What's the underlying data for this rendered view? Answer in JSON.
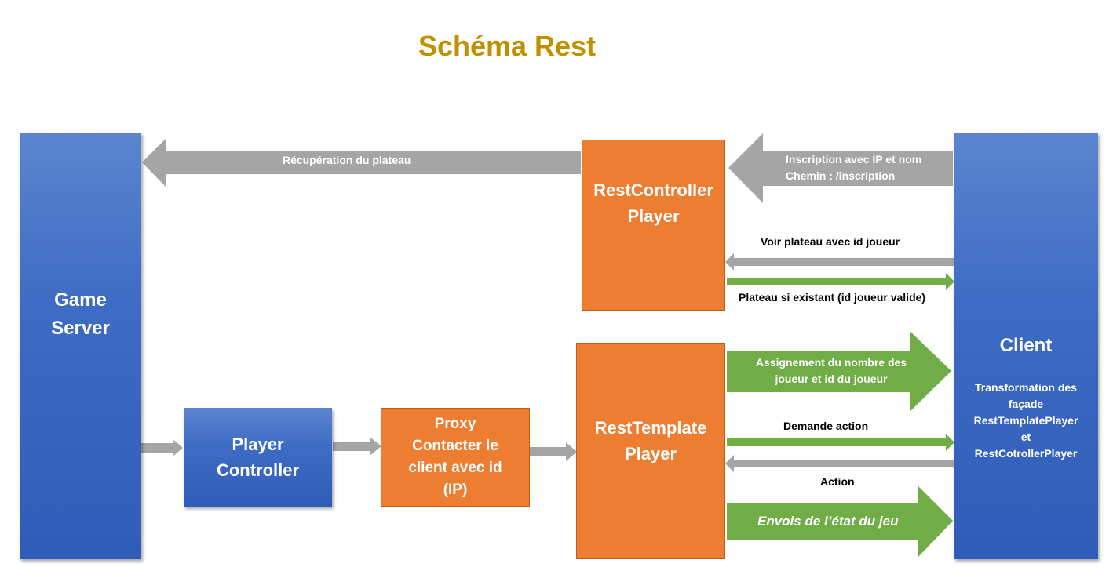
{
  "title": "Schéma Rest",
  "boxes": {
    "game_server": "Game\nServer",
    "player_controller": "Player\nController",
    "proxy": "Proxy\nContacter le\nclient avec id\n(IP)",
    "rest_controller": "RestController\nPlayer",
    "rest_template": "RestTemplate\nPlayer",
    "client_title": "Client",
    "client_sub": "Transformation des\nfaçade\nRestTemplatePlayer\net\nRestCotrollerPlayer"
  },
  "arrows": {
    "recuperation": "Récupération du plateau",
    "inscription": "Inscription avec IP et nom\nChemin : /inscription",
    "voir_plateau": "Voir plateau avec id joueur",
    "plateau_existant": "Plateau si existant (id joueur valide)",
    "assignement": "Assignement du nombre des\njoueur et id du joueur",
    "demande_action": "Demande action",
    "action": "Action",
    "envois": "Envois de l’état du jeu"
  },
  "colors": {
    "title": "#bf9000",
    "blue": "#4472c4",
    "orange": "#ed7d31",
    "gray_arrow": "#a5a5a5",
    "green_arrow": "#70ad47"
  }
}
